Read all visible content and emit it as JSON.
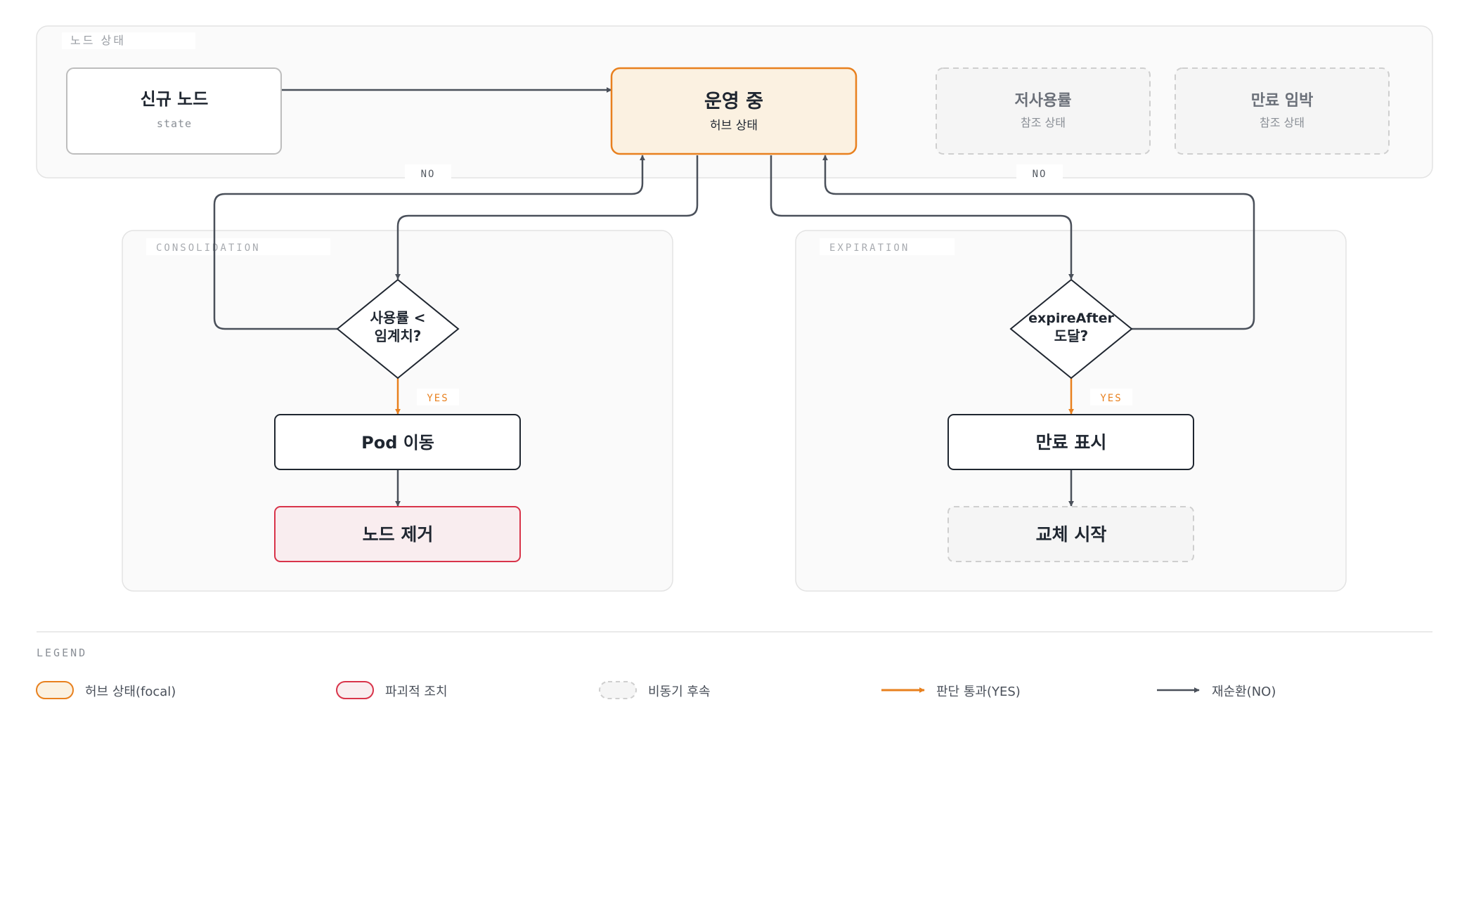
{
  "groups": {
    "node_state": "노드 상태",
    "consolidation": "CONSOLIDATION",
    "expiration": "EXPIRATION"
  },
  "nodes": {
    "new_node": {
      "title": "신규 노드",
      "subtitle": "state"
    },
    "running": {
      "title": "운영 중",
      "subtitle": "허브 상태"
    },
    "underutilized": {
      "title": "저사용률",
      "subtitle": "참조 상태"
    },
    "expiring": {
      "title": "만료 임박",
      "subtitle": "참조 상태"
    },
    "utilization_check": {
      "line1": "사용률 <",
      "line2": "임계치?"
    },
    "pod_move": {
      "title": "Pod 이동"
    },
    "node_remove": {
      "title": "노드 제거"
    },
    "expire_check": {
      "line1": "expireAfter",
      "line2": "도달?"
    },
    "mark_expired": {
      "title": "만료 표시"
    },
    "start_replace": {
      "title": "교체 시작"
    }
  },
  "edge_labels": {
    "no_left": "NO",
    "no_right": "NO",
    "yes_left": "YES",
    "yes_right": "YES"
  },
  "legend": {
    "title": "LEGEND",
    "items": [
      {
        "label": "허브 상태(focal)"
      },
      {
        "label": "파괴적 조치"
      },
      {
        "label": "비동기 후속"
      },
      {
        "label": "판단 통과(YES)"
      },
      {
        "label": "재순환(NO)"
      }
    ]
  },
  "colors": {
    "focal_fill": "#FBF1E1",
    "focal_stroke": "#E8801E",
    "destructive_fill": "#F9EDEF",
    "destructive_stroke": "#D8344A",
    "async_fill": "#F5F5F5",
    "async_stroke": "#CFCFCF",
    "yes_arrow": "#E8801E",
    "no_arrow": "#4A505A",
    "text_dark": "#1F2630",
    "text_muted": "#8A8F96"
  }
}
